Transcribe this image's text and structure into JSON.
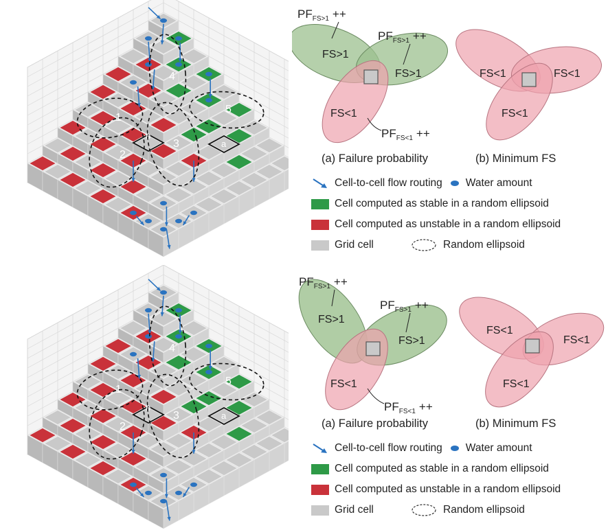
{
  "panels": [
    {
      "zones": [
        "1",
        "2",
        "3",
        "4",
        "5"
      ],
      "cells": [
        "a",
        "b"
      ],
      "venn_a": {
        "pf_gt_label": "PF",
        "pf_gt_sub": "FS>1",
        "pf_gt_suffix": "++",
        "pf_lt_label": "PF",
        "pf_lt_sub": "FS<1",
        "pf_lt_suffix": "++",
        "ellipse_labels": [
          "FS>1",
          "FS>1",
          "FS<1"
        ]
      },
      "venn_b": {
        "ellipse_labels": [
          "FS<1",
          "FS<1",
          "FS<1"
        ]
      },
      "caption_a": "(a) Failure probability",
      "caption_b": "(b) Minimum FS",
      "legend": {
        "flow": "Cell-to-cell flow routing",
        "water": "Water amount",
        "stable": "Cell computed as stable in a random ellipsoid",
        "unstable": "Cell computed as unstable in a random ellipsoid",
        "grid": "Grid cell",
        "ellipsoid": "Random ellipsoid"
      }
    },
    {
      "zones": [
        "1",
        "2",
        "3",
        "4",
        "5"
      ],
      "cells": [
        "a",
        "b"
      ],
      "venn_a": {
        "pf_gt_label": "PF",
        "pf_gt_sub": "FS>1",
        "pf_gt_suffix": "++",
        "pf_lt_label": "PF",
        "pf_lt_sub": "FS<1",
        "pf_lt_suffix": "++",
        "ellipse_labels": [
          "FS>1",
          "FS>1",
          "FS<1"
        ]
      },
      "venn_b": {
        "ellipse_labels": [
          "FS<1",
          "FS<1",
          "FS<1"
        ]
      },
      "caption_a": "(a) Failure probability",
      "caption_b": "(b) Minimum FS",
      "legend": {
        "flow": "Cell-to-cell flow routing",
        "water": "Water amount",
        "stable": "Cell computed as stable in a random ellipsoid",
        "unstable": "Cell computed as unstable in a random ellipsoid",
        "grid": "Grid cell",
        "ellipsoid": "Random ellipsoid"
      }
    }
  ],
  "colors": {
    "stable": "#2e9a47",
    "unstable": "#c9323a",
    "grid": "#c9c9c9",
    "flow": "#2a73c0",
    "water": "#2a73c0",
    "venn_green": "#9cc08f",
    "venn_red": "#eea3ae"
  }
}
